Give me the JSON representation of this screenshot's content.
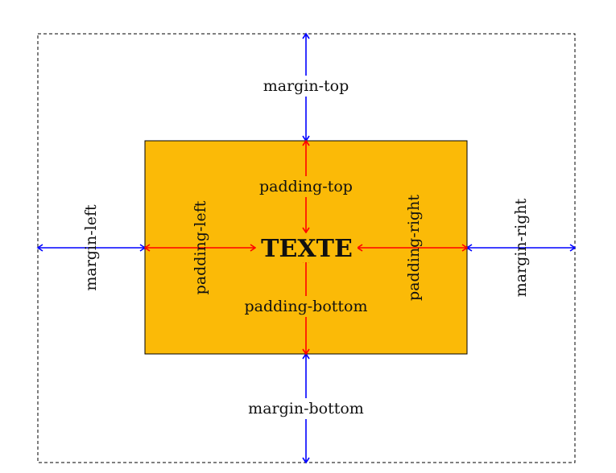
{
  "diagram": {
    "center_text": "TEXTE",
    "labels": {
      "margin_top": "margin-top",
      "margin_bottom": "margin-bottom",
      "margin_left": "margin-left",
      "margin_right": "margin-right",
      "padding_top": "padding-top",
      "padding_bottom": "padding-bottom",
      "padding_left": "padding-left",
      "padding_right": "padding-right"
    },
    "colors": {
      "content_fill": "#FBBA07",
      "margin_arrow": "#0000FF",
      "padding_arrow": "#FF0000",
      "outline": "#000000"
    }
  }
}
